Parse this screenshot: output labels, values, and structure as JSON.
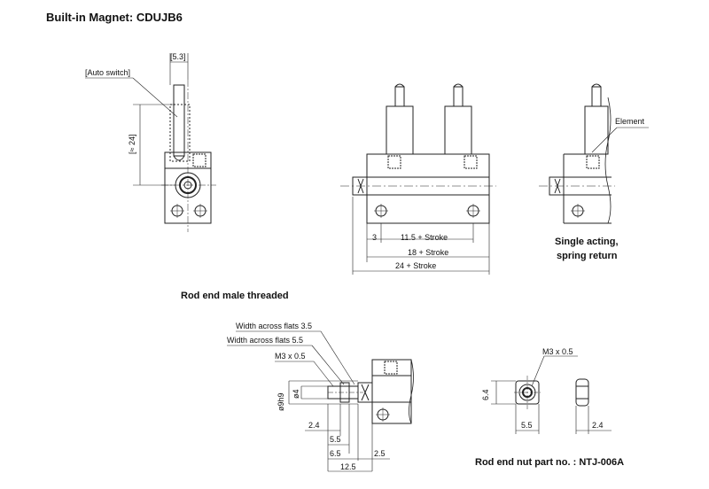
{
  "headings": {
    "title": "Built-in Magnet: CDUJB6",
    "rod_end_section": "Rod end male threaded",
    "single_acting": "Single acting,",
    "spring_return": "spring return",
    "nut_part": "Rod end nut part no. : NTJ-006A"
  },
  "side_view": {
    "auto_switch": "[Auto switch]",
    "dim_5_3": "[5.3]",
    "dim_24": "[≈ 24]"
  },
  "front_view": {
    "dim_3": "3",
    "dim_11_5": "11.5 + Stroke",
    "dim_18": "18 + Stroke",
    "dim_24": "24 + Stroke"
  },
  "end_view": {
    "element": "Element"
  },
  "rod_end": {
    "waf_3_5": "Width across flats 3.5",
    "waf_5_5": "Width across flats 5.5",
    "m3": "M3 x 0.5",
    "dia_9": "ø9h9",
    "dia_4": "ø4",
    "dim_2_4": "2.4",
    "dim_5_5": "5.5",
    "dim_6_5": "6.5",
    "dim_2_5": "2.5",
    "dim_12_5": "12.5"
  },
  "nut": {
    "m3": "M3 x 0.5",
    "dim_6_4": "6.4",
    "dim_5_5": "5.5",
    "dim_2_4": "2.4"
  }
}
